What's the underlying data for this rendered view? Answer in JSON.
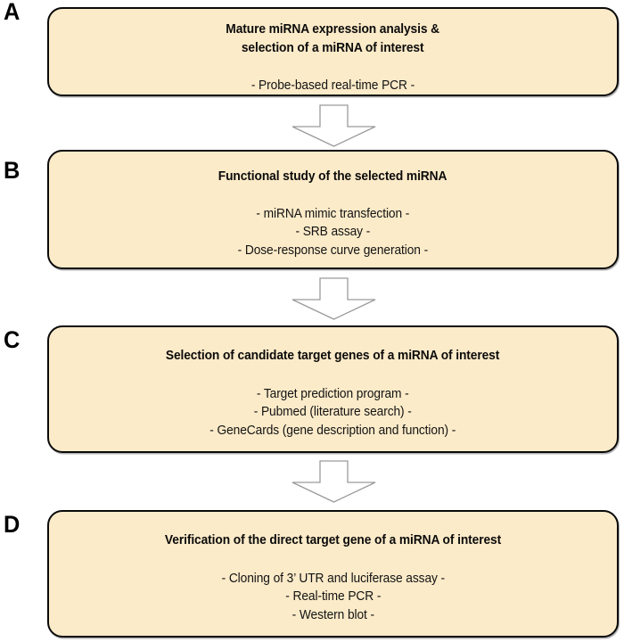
{
  "figure": {
    "type": "flowchart",
    "orientation": "vertical",
    "background_color": "#FFFFFF",
    "box_fill_color": "#FCEBC9",
    "box_border_color": "#0A0A0A",
    "arrow_outline_color": "#9A9A9A",
    "arrow_fill_color": "#FFFFFF",
    "text_color": "#111111"
  },
  "panels": [
    {
      "label": "A",
      "title": "Mature miRNA expression analysis &\nselection of a miRNA of interest",
      "lines": [
        "- Probe-based real-time PCR -"
      ]
    },
    {
      "label": "B",
      "title": "Functional study of the selected miRNA",
      "lines": [
        "- miRNA mimic transfection -",
        "- SRB assay -",
        "- Dose-response curve generation -"
      ]
    },
    {
      "label": "C",
      "title": "Selection of candidate target genes of a miRNA of interest",
      "lines": [
        "- Target prediction program -",
        "- Pubmed (literature search) -",
        "- GeneCards (gene description and function) -"
      ]
    },
    {
      "label": "D",
      "title": "Verification of the direct target gene of a miRNA of interest",
      "lines": [
        "- Cloning of 3’ UTR and luciferase assay -",
        "- Real-time PCR -",
        "- Western blot -"
      ]
    }
  ],
  "connectors": [
    {
      "name": "arrow-a-to-b",
      "from": "A",
      "to": "B",
      "direction": "down"
    },
    {
      "name": "arrow-b-to-c",
      "from": "B",
      "to": "C",
      "direction": "down"
    },
    {
      "name": "arrow-c-to-d",
      "from": "C",
      "to": "D",
      "direction": "down"
    }
  ]
}
